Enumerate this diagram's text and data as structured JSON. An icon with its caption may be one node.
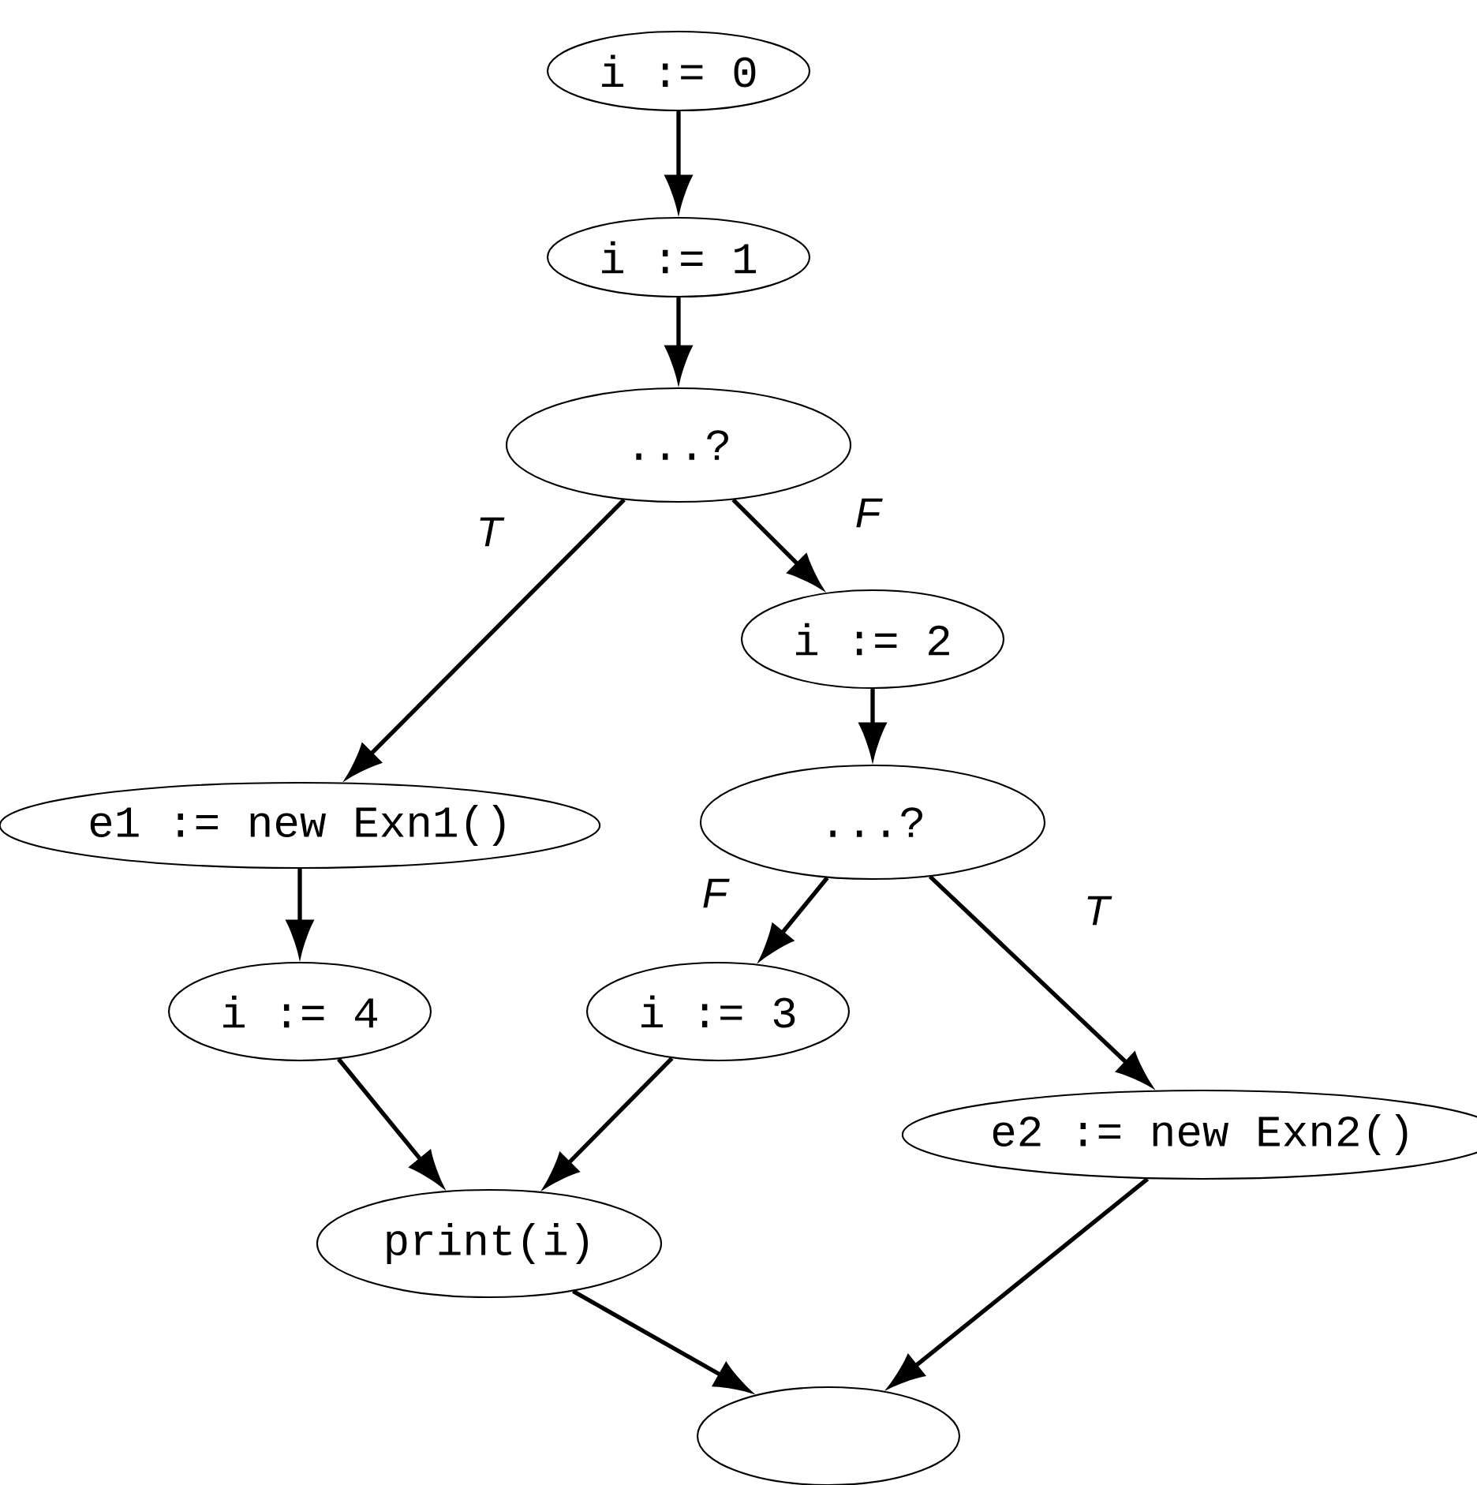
{
  "diagram": {
    "nodes": [
      {
        "text": [
          "i := 0"
        ]
      },
      {
        "text": [
          "i := 1"
        ]
      },
      {
        "text": [
          "...?"
        ]
      },
      {
        "text": [
          "i := 2"
        ]
      },
      {
        "text": [
          "e1 := new Exn1()"
        ]
      },
      {
        "text": [
          "...?"
        ]
      },
      {
        "text": [
          "i := 4"
        ]
      },
      {
        "text": [
          "i := 3"
        ]
      },
      {
        "text": [
          "e2 := new Exn2()"
        ]
      },
      {
        "text": [
          "print(i)"
        ]
      },
      {
        "text": [],
        "shape": "ellipse"
      }
    ],
    "edges": [
      {
        "from": 0,
        "to": 1,
        "arrow": "to"
      },
      {
        "from": 1,
        "to": 2,
        "arrow": "to"
      },
      {
        "from": 2,
        "to": 4,
        "arrow": "to",
        "label": "T"
      },
      {
        "from": 2,
        "to": 3,
        "arrow": "to",
        "label": "F"
      },
      {
        "from": 3,
        "to": 5,
        "arrow": "to"
      },
      {
        "from": 5,
        "to": 7,
        "arrow": "to",
        "label": "F"
      },
      {
        "from": 5,
        "to": 8,
        "arrow": "to",
        "label": "T"
      },
      {
        "from": 4,
        "to": 6,
        "arrow": "to"
      },
      {
        "from": 6,
        "to": 9,
        "arrow": "to"
      },
      {
        "from": 7,
        "to": 9,
        "arrow": "to"
      },
      {
        "from": 9,
        "to": 10,
        "arrow": "to"
      },
      {
        "from": 8,
        "to": 10,
        "arrow": "to"
      }
    ]
  }
}
